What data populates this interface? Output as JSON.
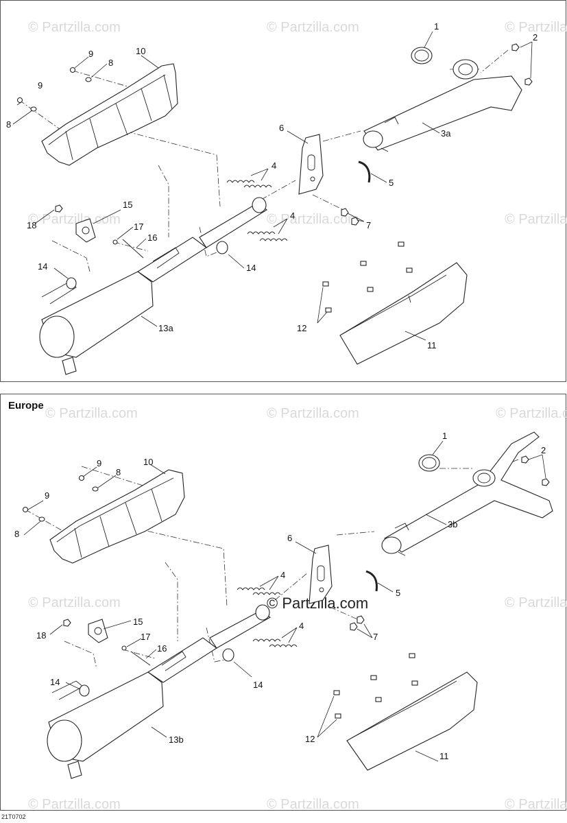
{
  "watermark": "© Partzilla.com",
  "watermark_center": "© Partzilla.com",
  "figure_code": "21T0702",
  "top_panel": {
    "callouts": {
      "c1": "1",
      "c2": "2",
      "c3": "3a",
      "c4a": "4",
      "c4b": "4",
      "c5": "5",
      "c6": "6",
      "c7": "7",
      "c8a": "8",
      "c8b": "8",
      "c9a": "9",
      "c9b": "9",
      "c10": "10",
      "c11": "11",
      "c12": "12",
      "c13": "13a",
      "c14a": "14",
      "c14b": "14",
      "c15": "15",
      "c16": "16",
      "c17": "17",
      "c18": "18"
    }
  },
  "bottom_panel": {
    "title": "Europe",
    "callouts": {
      "c1": "1",
      "c2": "2",
      "c3": "3b",
      "c4a": "4",
      "c4b": "4",
      "c5": "5",
      "c6": "6",
      "c7": "7",
      "c8a": "8",
      "c8b": "8",
      "c9a": "9",
      "c9b": "9",
      "c10": "10",
      "c11": "11",
      "c12": "12",
      "c13": "13b",
      "c14a": "14",
      "c14b": "14",
      "c15": "15",
      "c16": "16",
      "c17": "17",
      "c18": "18"
    }
  }
}
